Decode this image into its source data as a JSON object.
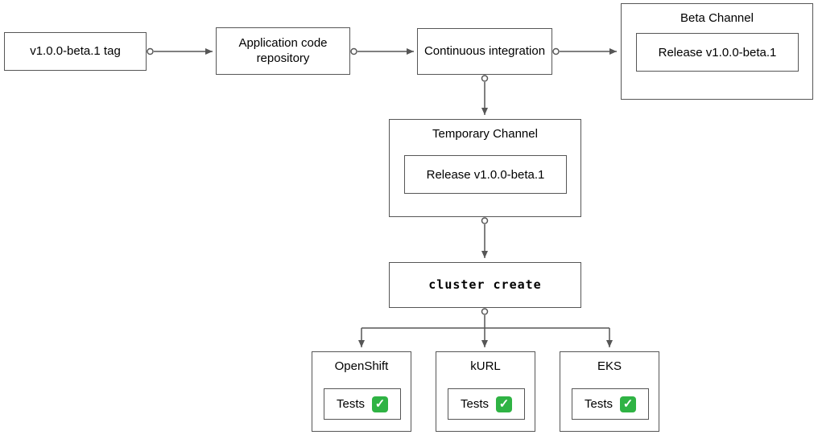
{
  "nodes": {
    "tag": {
      "label": "v1.0.0-beta.1 tag"
    },
    "repo": {
      "label": "Application code repository"
    },
    "ci": {
      "label": "Continuous integration"
    },
    "beta_channel": {
      "title": "Beta Channel",
      "release_label": "Release v1.0.0-beta.1"
    },
    "temporary_channel": {
      "title": "Temporary Channel",
      "release_label": "Release v1.0.0-beta.1"
    },
    "cluster_create": {
      "label": "cluster create"
    },
    "clusters": [
      {
        "title": "OpenShift",
        "tests_label": "Tests"
      },
      {
        "title": "kURL",
        "tests_label": "Tests"
      },
      {
        "title": "EKS",
        "tests_label": "Tests"
      }
    ]
  },
  "icons": {
    "check": "✓"
  },
  "colors": {
    "node_border": "#565656",
    "connector": "#565656",
    "node_background": "#ffffff",
    "check_green": "#2fb344",
    "check_mark": "#ffffff"
  }
}
